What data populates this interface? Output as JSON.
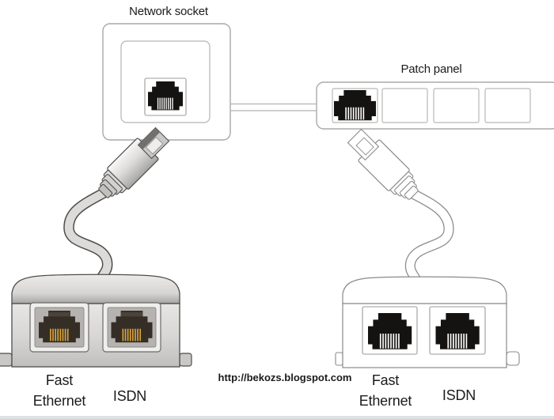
{
  "labels": {
    "network_socket": "Network socket",
    "patch_panel": "Patch panel",
    "watermark_url": "http://bekozs.blogspot.com"
  },
  "left_adapter": {
    "style": "shaded color artwork",
    "fast_ethernet": "Fast Ethernet",
    "isdn": "ISDN"
  },
  "right_adapter": {
    "style": "outline line artwork",
    "fast_ethernet": "Fast Ethernet",
    "isdn": "ISDN"
  },
  "patch_panel": {
    "port_count": 4,
    "ports": [
      {
        "occupied": true
      },
      {
        "occupied": false
      },
      {
        "occupied": false
      },
      {
        "occupied": false
      }
    ]
  },
  "colors": {
    "background": "#ffffff",
    "line_art_stroke": "#a9a9a7",
    "outline_art_stroke": "#8a8a8a",
    "dark_outline": "#4d4d4b",
    "jack_black": "#151311",
    "jack_dark_brown": "#352e26",
    "pin_gold": "#d8a63c",
    "cable_gray": "#dcdbd9",
    "text": "#1b1b1b",
    "bottom_strip": "#dde1e4"
  }
}
